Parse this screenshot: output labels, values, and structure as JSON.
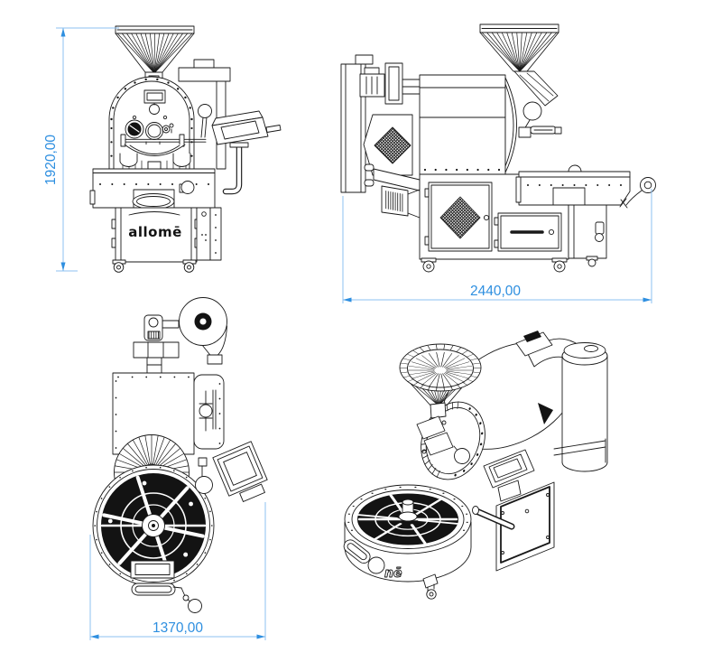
{
  "drawing": {
    "type": "technical-drawing",
    "subject": "coffee-roaster-4-views",
    "views": {
      "front": {
        "dimension_label": "1920,00"
      },
      "side": {
        "dimension_label": "2440,00"
      },
      "top": {
        "dimension_label": "1370,00"
      }
    },
    "branding": {
      "logo_front": "allomē",
      "logo_iso_partial": "nē"
    },
    "colors": {
      "line": "#191919",
      "dark_fill": "#131313",
      "dimension_text": "#2E8FE0",
      "dimension_line": "#8CC0F2",
      "background": "#ffffff"
    }
  }
}
